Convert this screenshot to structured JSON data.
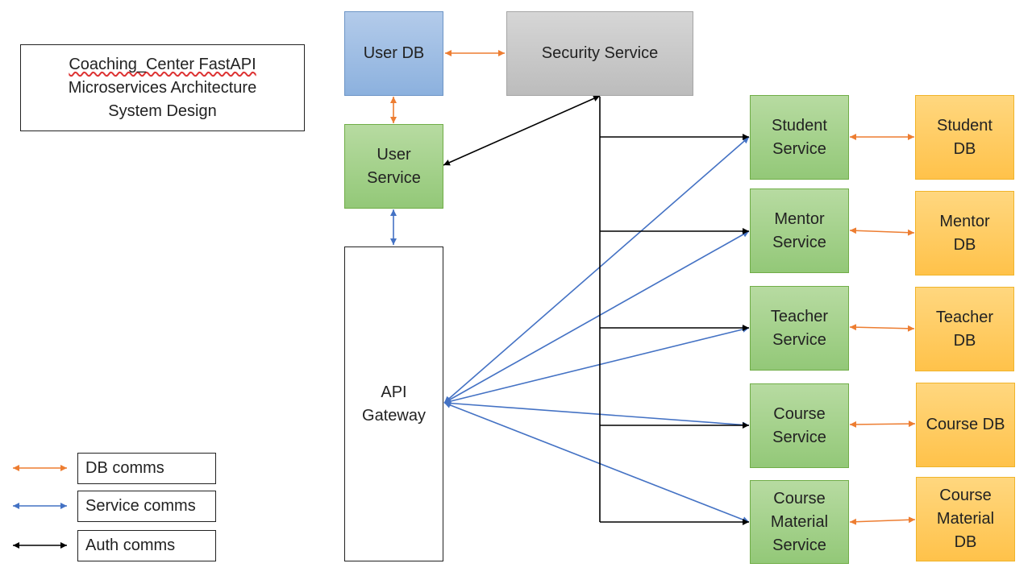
{
  "title": {
    "line1": "Coaching_Center FastAPI",
    "line2": "Microservices Architecture",
    "line3": "System Design"
  },
  "nodes": {
    "user_db": "User DB",
    "security_service": "Security Service",
    "user_service": "User\nService",
    "api_gateway": "API\nGateway",
    "student_service": "Student\nService",
    "mentor_service": "Mentor\nService",
    "teacher_service": "Teacher\nService",
    "course_service": "Course\nService",
    "course_material_service": "Course\nMaterial\nService",
    "student_db": "Student\nDB",
    "mentor_db": "Mentor\nDB",
    "teacher_db": "Teacher\nDB",
    "course_db": "Course DB",
    "course_material_db": "Course\nMaterial\nDB"
  },
  "legend": {
    "db": "DB comms",
    "service": "Service comms",
    "auth": "Auth comms"
  },
  "colors": {
    "db_comms": "#ed7d31",
    "service_comms": "#4472c4",
    "auth_comms": "#000000",
    "service_box": "#70ad47",
    "db_box": "#ffc000",
    "user_db_box": "#8cb1de",
    "security_box": "#bcbcbc"
  },
  "connections": [
    {
      "from": "user_db",
      "to": "security_service",
      "type": "db",
      "direction": "both"
    },
    {
      "from": "user_db",
      "to": "user_service",
      "type": "db",
      "direction": "both"
    },
    {
      "from": "user_service",
      "to": "security_service",
      "type": "auth",
      "direction": "both"
    },
    {
      "from": "user_service",
      "to": "api_gateway",
      "type": "service",
      "direction": "both"
    },
    {
      "from": "security_service",
      "to": "student_service",
      "type": "auth",
      "direction": "to"
    },
    {
      "from": "security_service",
      "to": "mentor_service",
      "type": "auth",
      "direction": "to"
    },
    {
      "from": "security_service",
      "to": "teacher_service",
      "type": "auth",
      "direction": "to"
    },
    {
      "from": "security_service",
      "to": "course_service",
      "type": "auth",
      "direction": "to"
    },
    {
      "from": "security_service",
      "to": "course_material_service",
      "type": "auth",
      "direction": "to"
    },
    {
      "from": "api_gateway",
      "to": "student_service",
      "type": "service",
      "direction": "both"
    },
    {
      "from": "api_gateway",
      "to": "mentor_service",
      "type": "service",
      "direction": "both"
    },
    {
      "from": "api_gateway",
      "to": "teacher_service",
      "type": "service",
      "direction": "both"
    },
    {
      "from": "api_gateway",
      "to": "course_service",
      "type": "service",
      "direction": "both"
    },
    {
      "from": "api_gateway",
      "to": "course_material_service",
      "type": "service",
      "direction": "both"
    },
    {
      "from": "student_service",
      "to": "student_db",
      "type": "db",
      "direction": "both"
    },
    {
      "from": "mentor_service",
      "to": "mentor_db",
      "type": "db",
      "direction": "both"
    },
    {
      "from": "teacher_service",
      "to": "teacher_db",
      "type": "db",
      "direction": "both"
    },
    {
      "from": "course_service",
      "to": "course_db",
      "type": "db",
      "direction": "both"
    },
    {
      "from": "course_material_service",
      "to": "course_material_db",
      "type": "db",
      "direction": "both"
    }
  ]
}
